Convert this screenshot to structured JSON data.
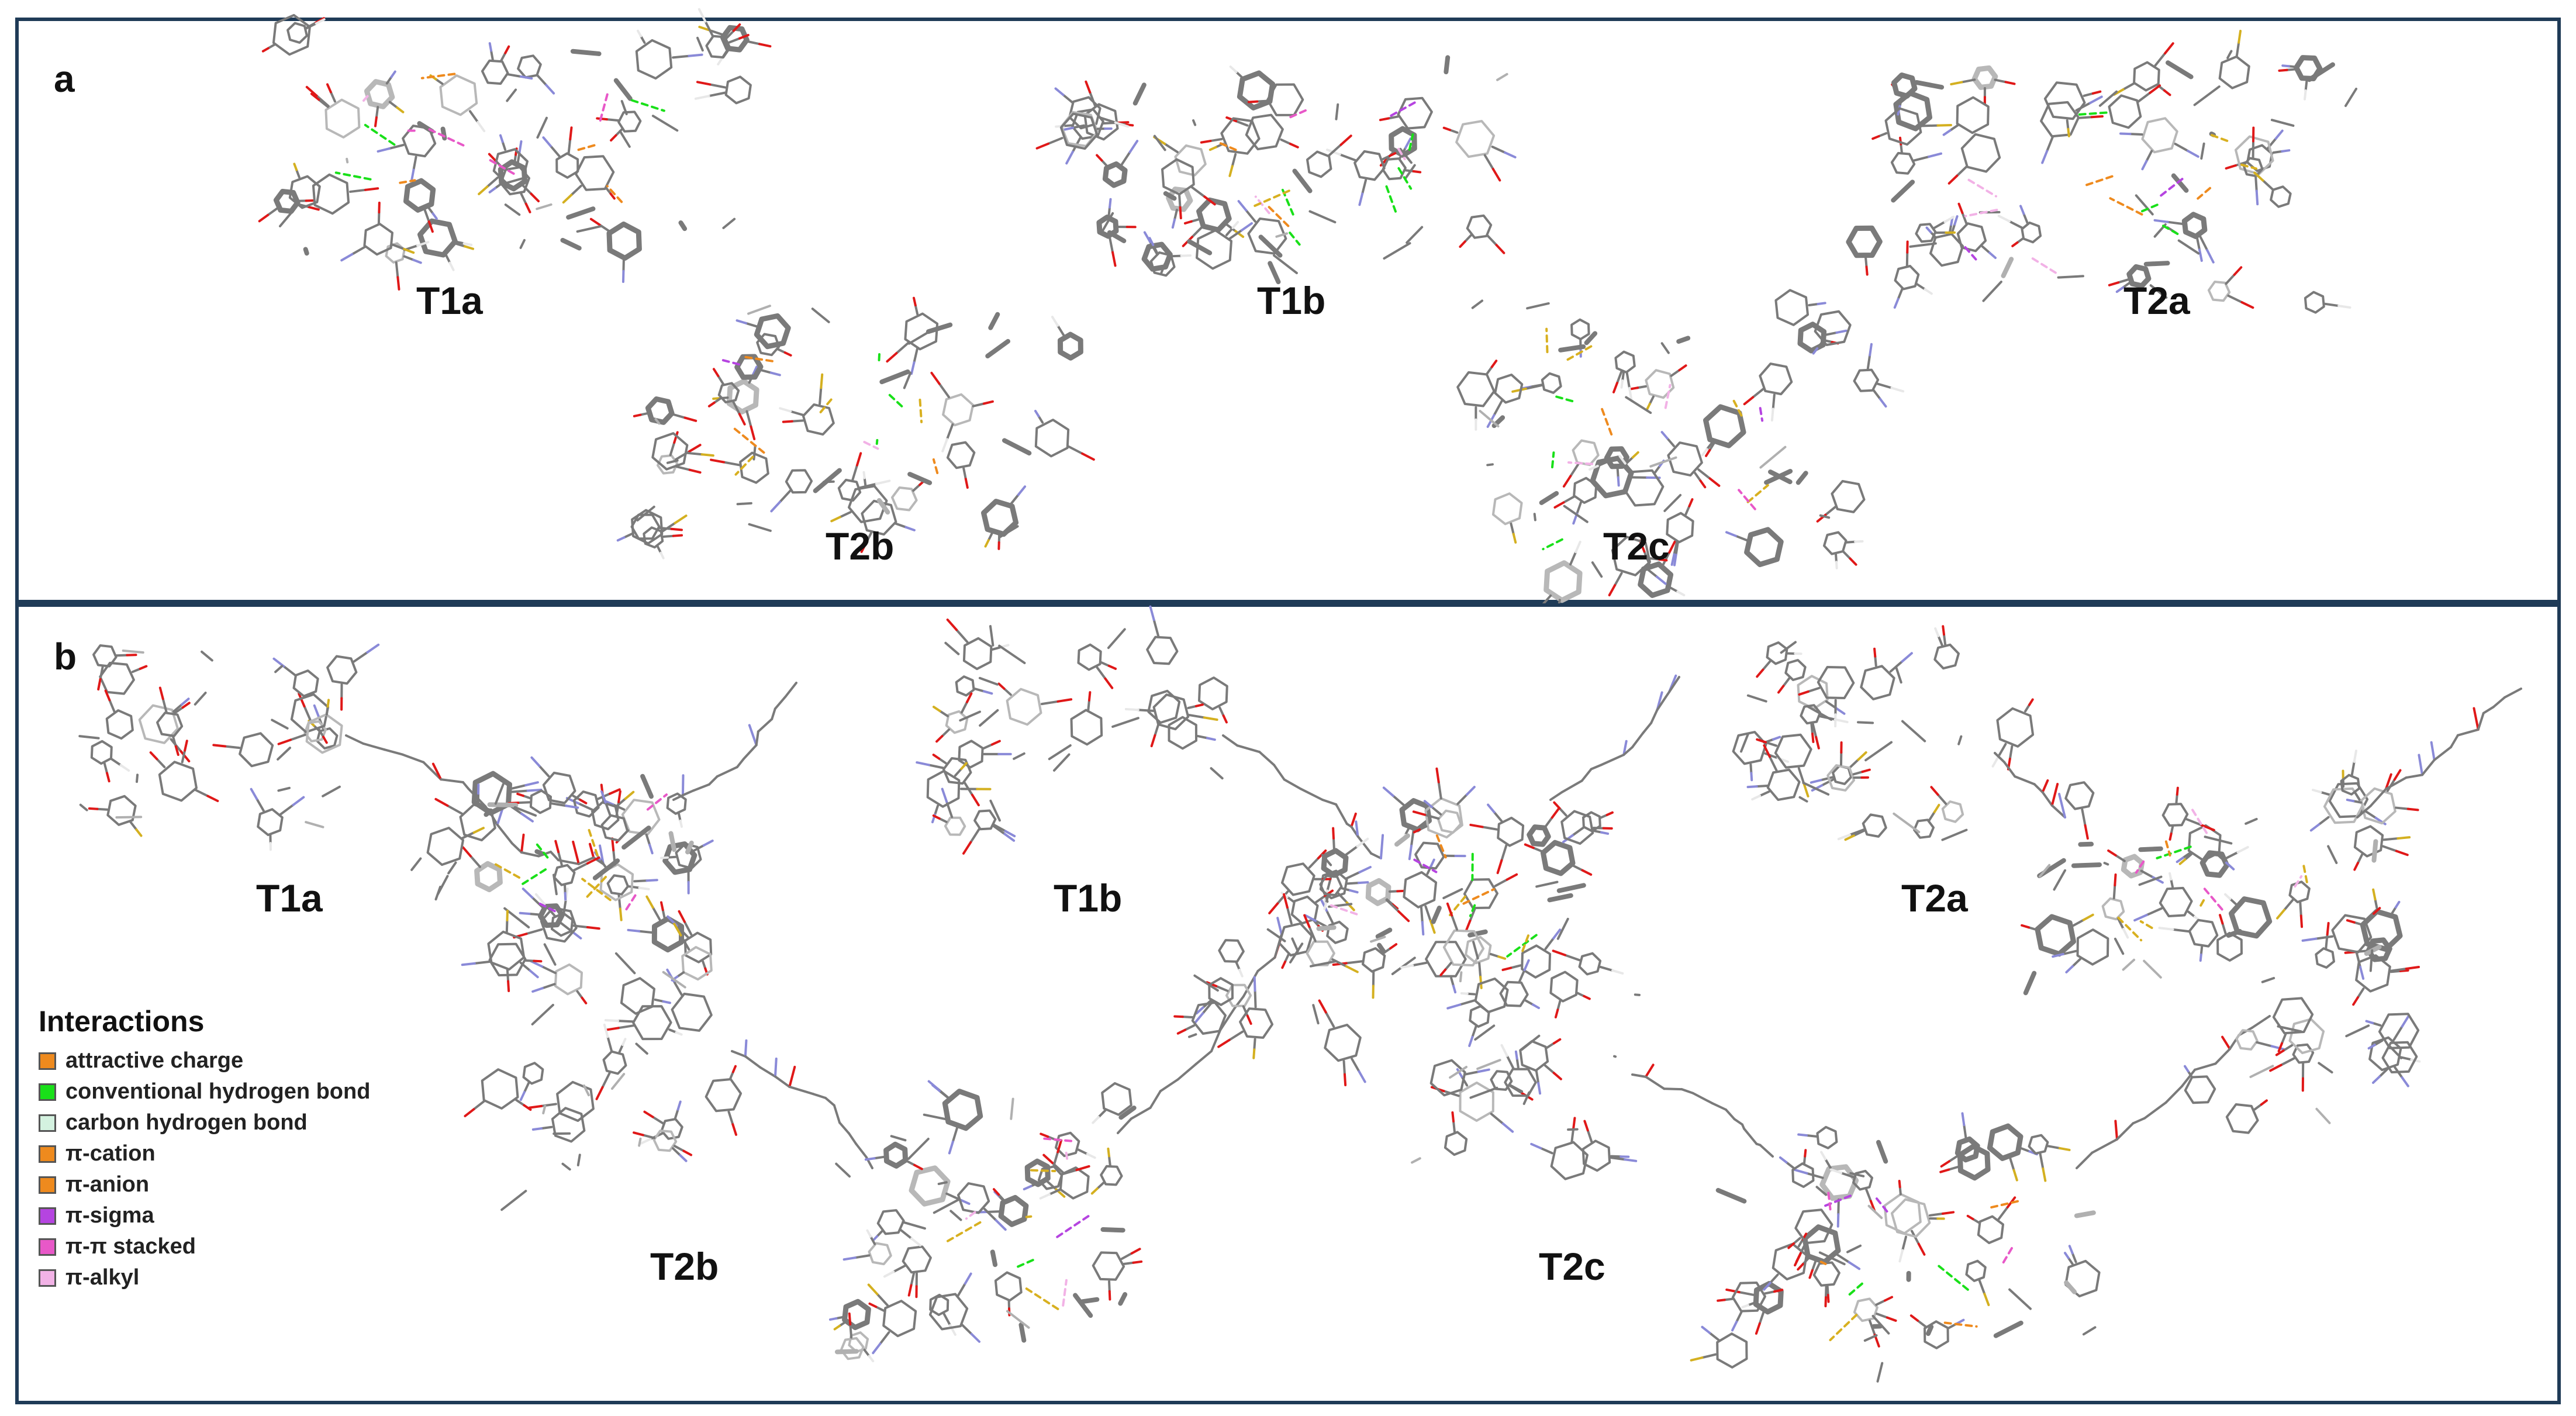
{
  "panels": [
    {
      "letter": "a",
      "molecules": [
        {
          "id": "T1a",
          "label": "T1a"
        },
        {
          "id": "T1b",
          "label": "T1b"
        },
        {
          "id": "T2a",
          "label": "T2a"
        },
        {
          "id": "T2b",
          "label": "T2b"
        },
        {
          "id": "T2c",
          "label": "T2c"
        }
      ]
    },
    {
      "letter": "b",
      "molecules": [
        {
          "id": "T1a",
          "label": "T1a"
        },
        {
          "id": "T1b",
          "label": "T1b"
        },
        {
          "id": "T2a",
          "label": "T2a"
        },
        {
          "id": "T2b",
          "label": "T2b"
        },
        {
          "id": "T2c",
          "label": "T2c"
        }
      ]
    }
  ],
  "legend": {
    "title": "Interactions",
    "items": [
      {
        "label": "attractive charge",
        "color": "#ee8a1e"
      },
      {
        "label": "conventional hydrogen bond",
        "color": "#19e019"
      },
      {
        "label": "carbon hydrogen bond",
        "color": "#d4f2e0"
      },
      {
        "label": "π-cation",
        "color": "#ee8a1e"
      },
      {
        "label": "π-anion",
        "color": "#ee8a1e"
      },
      {
        "label": "π-sigma",
        "color": "#b544e0"
      },
      {
        "label": "π-π stacked",
        "color": "#e858c8"
      },
      {
        "label": "π-alkyl",
        "color": "#f2b2e6"
      }
    ]
  },
  "atom_colors": {
    "carbon": "#7a7a7a",
    "oxygen": "#e01818",
    "nitrogen": "#8a8ad8",
    "sulfur": "#d4b020",
    "hydrogen": "#e8e8e8"
  }
}
